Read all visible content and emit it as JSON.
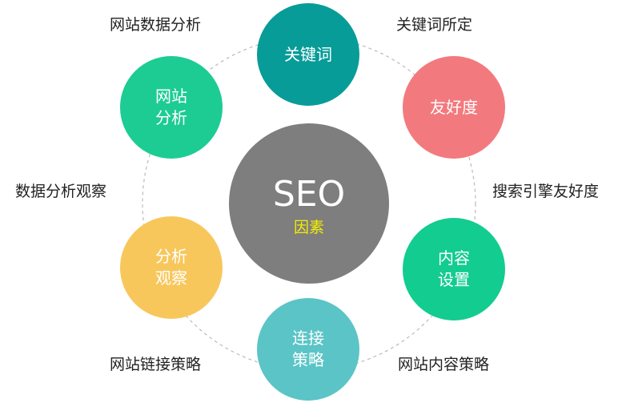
{
  "diagram": {
    "center": {
      "title": "SEO",
      "subtitle": "因素"
    },
    "nodes": [
      {
        "line1": "关键词",
        "line2": "",
        "color": "#089c99"
      },
      {
        "line1": "友好度",
        "line2": "",
        "color": "#f27a7e"
      },
      {
        "line1": "内容",
        "line2": "设置",
        "color": "#13cc8f"
      },
      {
        "line1": "连接",
        "line2": "策略",
        "color": "#5bc4c6"
      },
      {
        "line1": "分析",
        "line2": "观察",
        "color": "#f8c75c"
      },
      {
        "line1": "网站",
        "line2": "分析",
        "color": "#1dcc93"
      }
    ],
    "labels": [
      "网站数据分析",
      "关键词所定",
      "搜索引擎友好度",
      "网站内容策略",
      "网站链接策略",
      "数据分析观察"
    ],
    "colors": {
      "center": "#7e7e7e",
      "ring": "#bbbbbb"
    }
  }
}
